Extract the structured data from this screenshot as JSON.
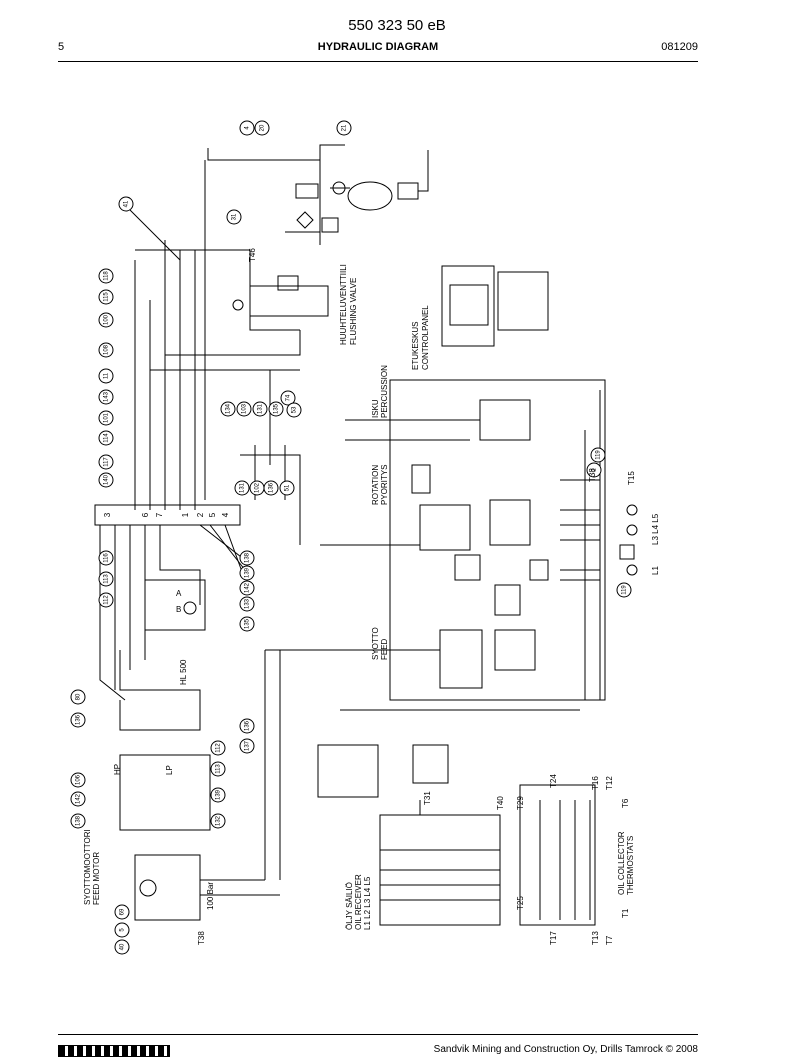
{
  "header": {
    "doc_code": "550 323 50 eB",
    "page_number": "5",
    "title": "HYDRAULIC DIAGRAM",
    "date": "081209"
  },
  "footer": {
    "copyright": "Sandvik Mining and Construction Oy, Drills Tamrock © 2008"
  },
  "labels": {
    "flushing_valve": [
      "HUUHTELUVENTTIILI",
      "FLUSHING VALVE"
    ],
    "controlpanel": [
      "ETUKESKUS",
      "CONTROLPANEL"
    ],
    "percussion": [
      "ISKU",
      "PERCUSSION"
    ],
    "rotation": [
      "ROTATION",
      "PYORITYS"
    ],
    "feed": [
      "SYOTTO",
      "FEED"
    ],
    "hl500": "HL 500",
    "feed_motor": [
      "SYOTTOMOOTTORI",
      "FEED MOTOR"
    ],
    "oil_receiver": [
      "ÖLJY SÄILIÖ",
      "OIL RECEIVER",
      "L1 L2 L3 L4 L5"
    ],
    "oil_collector": [
      "OIL COLLECTOR",
      "THERMOSTATS"
    ],
    "bar_100": "100 Bar",
    "hp": "HP",
    "lp": "LP",
    "l_group": "L3 L4 L5",
    "l1": "L1",
    "port_b": "B",
    "port_a": "A"
  },
  "t_labels": [
    "T46",
    "T38",
    "T15",
    "T24",
    "T16",
    "T12",
    "T6",
    "T40",
    "T29",
    "T31",
    "T25",
    "T17",
    "T13",
    "T7",
    "T1",
    "T38"
  ],
  "bubbles": {
    "top": [
      "4",
      "20",
      "21"
    ],
    "upper_left": [
      "41",
      "31"
    ],
    "left_column": [
      "118",
      "115",
      "100",
      "108",
      "11",
      "143",
      "101",
      "114",
      "117",
      "140"
    ],
    "middle_column": [
      "134",
      "103",
      "131",
      "135",
      "74",
      "53"
    ],
    "lower_middle": [
      "131",
      "102",
      "136",
      "51"
    ],
    "left_lower": [
      "116",
      "113",
      "112"
    ],
    "right_lower": [
      "138",
      "139",
      "142",
      "133",
      "135"
    ],
    "far_left_low": [
      "80",
      "136"
    ],
    "middle_low": [
      "136",
      "137"
    ],
    "switch_right": [
      "112",
      "113",
      "139",
      "132"
    ],
    "switch_left": [
      "106",
      "142",
      "138"
    ],
    "motor": [
      "69",
      "5",
      "40"
    ],
    "right_side": [
      "119",
      "2",
      "119"
    ]
  },
  "connector_strip": [
    "3",
    "6",
    "7",
    "1",
    "2",
    "5",
    "4"
  ],
  "colors": {
    "ink": "#000000",
    "paper": "#ffffff"
  }
}
